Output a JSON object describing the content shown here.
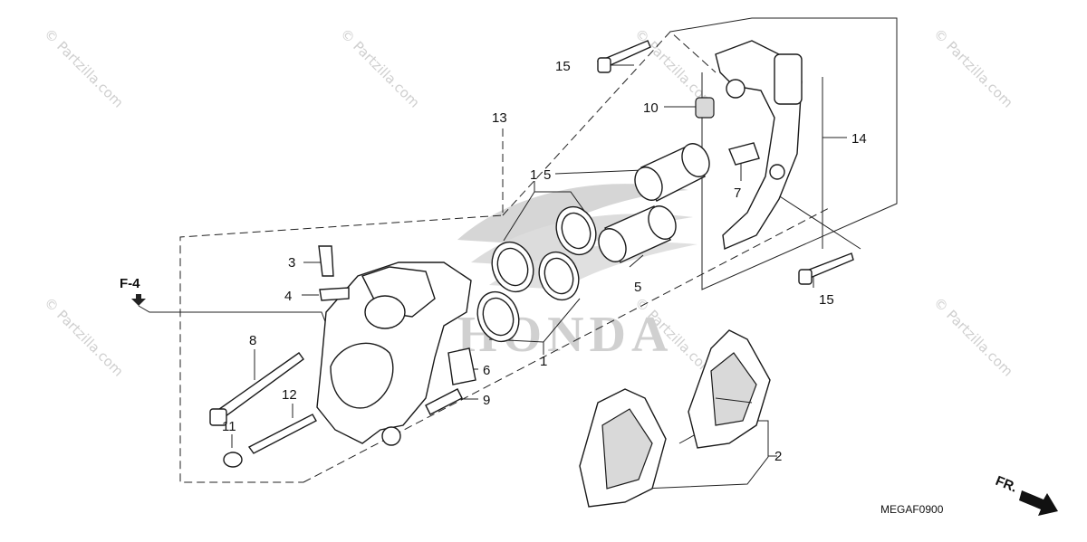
{
  "diagram_code": "MEGAF0900",
  "reference_label": "F-4",
  "direction_label": "FR.",
  "watermark_text": "© Partzilla.com",
  "brand_mark": "HONDA",
  "callouts": {
    "c1a": "1",
    "c1b": "1",
    "c2": "2",
    "c3": "3",
    "c4": "4",
    "c5a": "5",
    "c5b": "5",
    "c6": "6",
    "c7": "7",
    "c8": "8",
    "c9": "9",
    "c10": "10",
    "c11": "11",
    "c12": "12",
    "c13": "13",
    "c14": "14",
    "c15a": "15",
    "c15b": "15"
  },
  "colors": {
    "line": "#222222",
    "watermark": "#cfcfcf",
    "logo": "#d0d0d0"
  }
}
